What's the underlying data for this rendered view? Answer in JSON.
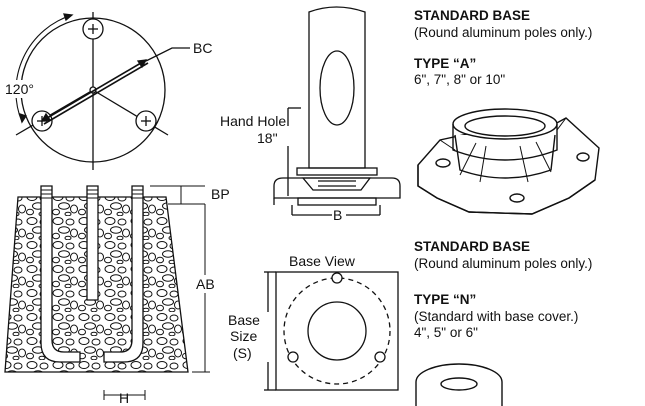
{
  "diagram": {
    "angle_label": "120°",
    "bolt_circle_label": "BC",
    "bolt_projection_label": "BP",
    "anchor_bolt_label": "AB",
    "hook_label": "H",
    "hand_hole_line1": "Hand Hole",
    "hand_hole_line2": "18\"",
    "base_width_label": "B",
    "base_view_title": "Base View",
    "base_size_line1": "Base",
    "base_size_line2": "Size",
    "base_size_line3": "(S)"
  },
  "type_a": {
    "heading": "STANDARD BASE",
    "subheading": "(Round aluminum poles only.)",
    "type_label": "TYPE “A”",
    "sizes": "6\", 7\", 8\" or 10\""
  },
  "type_n": {
    "heading": "STANDARD BASE",
    "subheading": "(Round aluminum poles only.)",
    "type_label": "TYPE “N”",
    "note": "(Standard with base cover.)",
    "sizes": "4\", 5\" or 6\""
  },
  "icons": [
    "bolt-circle-top-view",
    "anchor-bolt-foundation",
    "pole-hand-hole-side-view",
    "base-plate-view",
    "type-a-base-casting",
    "type-n-base-cover"
  ]
}
